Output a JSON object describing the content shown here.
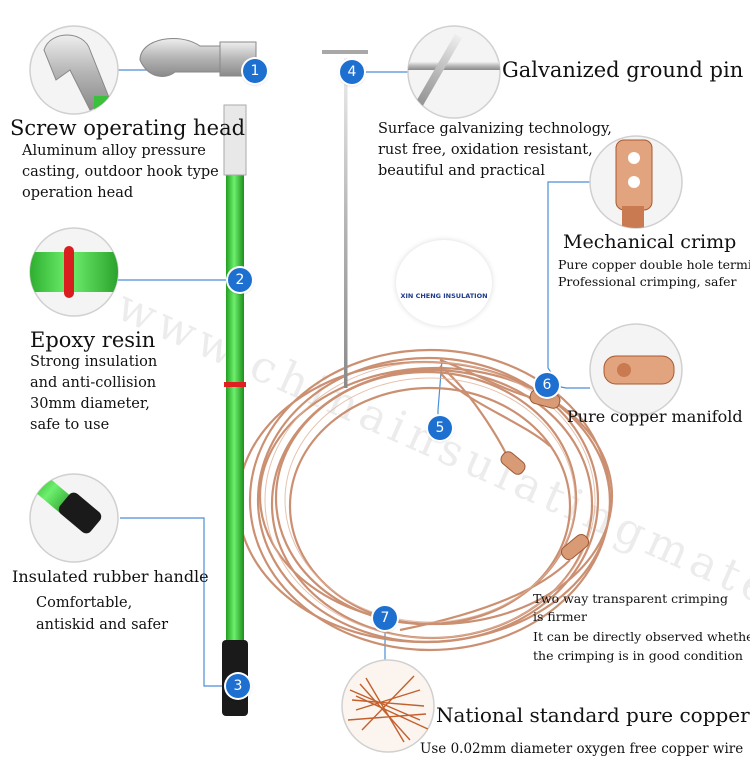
{
  "watermark": "www.chinainsulatingmaterial.com",
  "logo": {
    "text": "XIN CHENG INSULATION"
  },
  "badges": [
    "1",
    "2",
    "3",
    "4",
    "5",
    "6",
    "7"
  ],
  "colors": {
    "badge": "#1d6fd0",
    "rod_green": "#33cc33",
    "copper": "#c98a6a"
  },
  "features": {
    "head": {
      "title": "Screw operating head",
      "lines": [
        "Aluminum alloy pressure",
        "casting, outdoor hook type",
        "operation head"
      ]
    },
    "epoxy": {
      "title": "Epoxy resin",
      "lines": [
        "Strong insulation",
        "and anti-collision",
        "30mm diameter,",
        "safe to use"
      ]
    },
    "handle": {
      "title": "Insulated rubber handle",
      "lines": [
        "Comfortable,",
        "antiskid and safer"
      ]
    },
    "pin": {
      "title": "Galvanized ground pin",
      "lines": [
        "Surface galvanizing technology,",
        "rust free, oxidation resistant,",
        "beautiful and practical"
      ]
    },
    "crimp": {
      "title": "Mechanical crimp",
      "lines": [
        "Pure copper double hole terminal",
        "Professional crimping, safer"
      ]
    },
    "manifold": {
      "title": "Pure copper manifold"
    },
    "twoway": {
      "lines": [
        "Two way transparent crimping",
        "is firmer",
        "It can be directly observed whether",
        "the crimping is in good condition"
      ]
    },
    "copper": {
      "title": "National standard pure copper",
      "subtitle": "Use 0.02mm diameter oxygen free copper wire"
    }
  }
}
